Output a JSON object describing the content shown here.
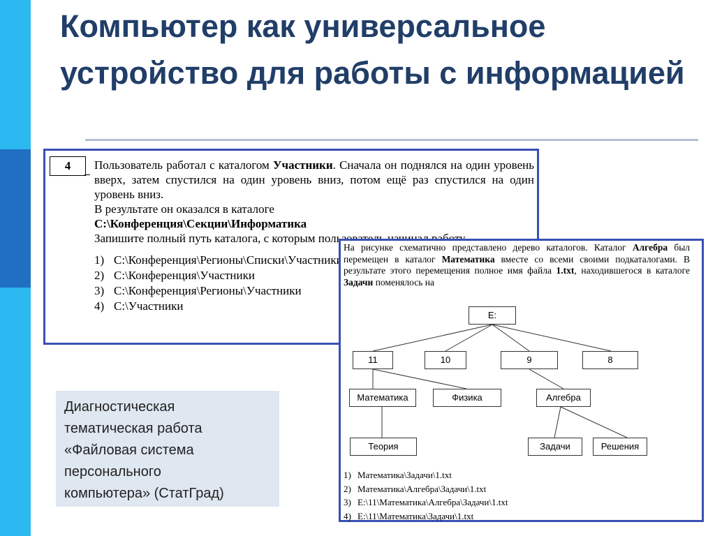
{
  "slide": {
    "title": "Компьютер как универсальное устройство для работы с информацией"
  },
  "question1": {
    "number": "4",
    "text": [
      {
        "plain": "Пользователь работал с каталогом ",
        "bold": "Участники",
        "after": ". Сначала он поднялся на один уровень вверх, затем спустился на один уровень вниз, потом ещё раз спустился на один уровень вниз."
      },
      {
        "plain": "В результате он оказался в каталоге",
        "bold": "",
        "after": ""
      },
      {
        "plain": "",
        "bold": "С:\\Конференция\\Секции\\Информатика",
        "after": ""
      },
      {
        "plain": "Запишите полный путь каталога, с которым пользователь начинал работу.",
        "bold": "",
        "after": ""
      }
    ],
    "options": [
      {
        "num": "1)",
        "text": "С:\\Конференция\\Регионы\\Списки\\Участники"
      },
      {
        "num": "2)",
        "text": "С:\\Конференция\\Участники"
      },
      {
        "num": "3)",
        "text": "С:\\Конференция\\Регионы\\Участники"
      },
      {
        "num": "4)",
        "text": "С:\\Участники"
      }
    ]
  },
  "question2": {
    "t1": "На рисунке схематично представлено дерево каталогов. Каталог ",
    "b1": "Алгебра",
    "t2": " был перемещен в каталог ",
    "b2": "Математика",
    "t3": " вместе со всеми своими подкаталогами. В результате этого перемещения полное имя файла ",
    "b3": "1.txt",
    "t4": ", находившегося в каталоге ",
    "b4": "Задачи",
    "t5": " поменялось на",
    "tree": {
      "root": "E:",
      "level1": [
        "11",
        "10",
        "9",
        "8"
      ],
      "level2": [
        "Математика",
        "Физика",
        "Алгебра"
      ],
      "level3": [
        "Теория",
        "Задачи",
        "Решения"
      ]
    },
    "options": [
      {
        "num": "1)",
        "text": "Математика\\Задачи\\1.txt"
      },
      {
        "num": "2)",
        "text": "Математика\\Алгебра\\Задачи\\1.txt"
      },
      {
        "num": "3)",
        "text": "E:\\11\\Математика\\Алгебра\\Задачи\\1.txt"
      },
      {
        "num": "4)",
        "text": "E:\\11\\Математика\\Задачи\\1.txt"
      }
    ]
  },
  "info": {
    "lines": [
      "Диагностическая",
      "тематическая работа",
      "«Файловая система",
      "персонального",
      "компьютера» (СтатГрад)"
    ]
  },
  "colors": {
    "accent_bar": "#2cb8f0",
    "accent_bar_dark": "#1f6fc2",
    "title": "#213e68",
    "frame": "#3a4fb5",
    "info_bg": "#dfe7f1"
  }
}
